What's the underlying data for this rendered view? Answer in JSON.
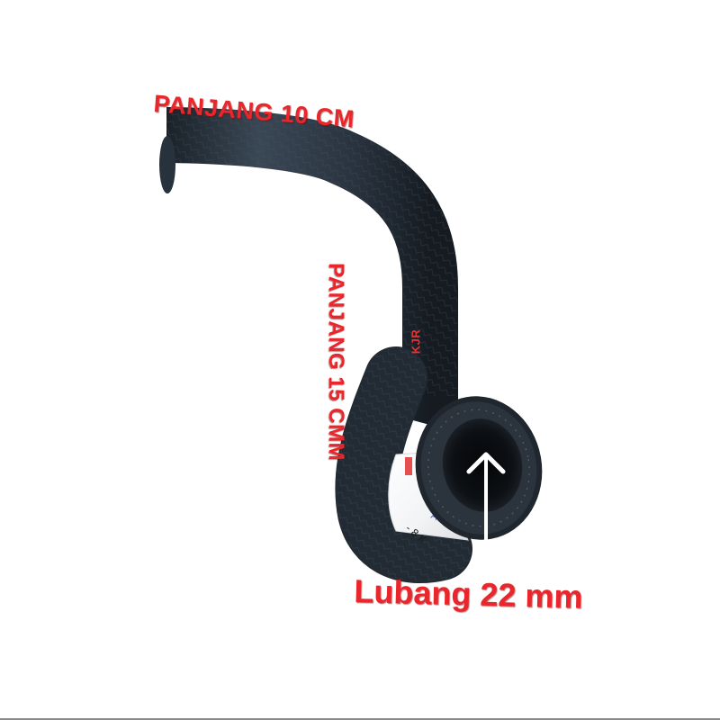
{
  "image": {
    "subject": "rubber radiator hose (L-shaped / S-bend) with product sleeve",
    "background_color": "#ffffff",
    "hose_color": "#2b3540",
    "annotation_color": "#e8262b"
  },
  "annotations": {
    "top_length": "PANJANG 10 CM",
    "vertical_length": "PANJANG 15 CMM",
    "hole_diameter": "Lubang 22 mm"
  },
  "watermark": {
    "text": "KJR"
  },
  "arrow": {
    "icon": "arrow-up-icon",
    "color": "#ffffff",
    "points_to": "hose opening"
  }
}
